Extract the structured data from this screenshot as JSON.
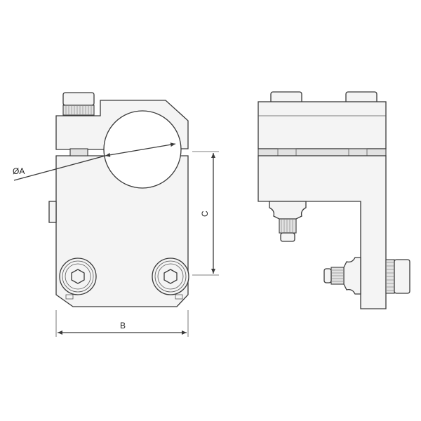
{
  "labels": {
    "diameter": "ØA",
    "width": "B",
    "height": "C"
  },
  "colors": {
    "stroke": "#3a3a3a",
    "fill": "#f4f4f4",
    "background": "#ffffff"
  }
}
